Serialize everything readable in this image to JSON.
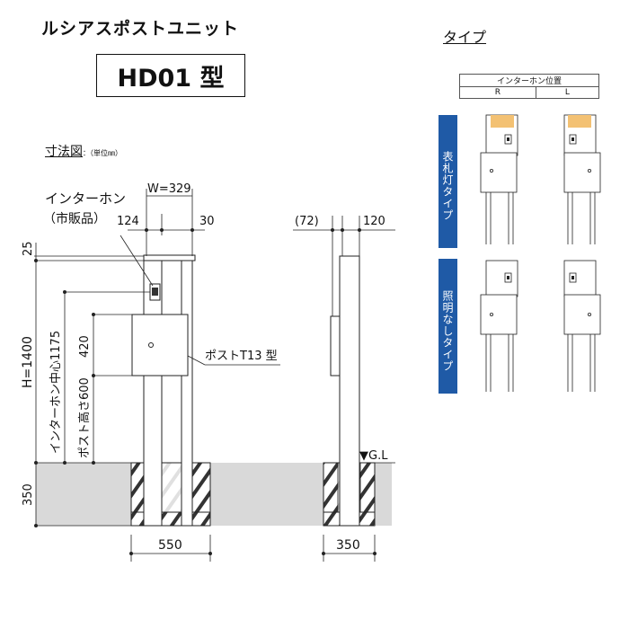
{
  "title": "ルシアスポストユニット",
  "model": "HD01 型",
  "type_heading": "タイプ",
  "dimensions_heading": "寸法図",
  "dimensions_separator": "：",
  "dimensions_unit": "（単位㎜）",
  "type_table": {
    "header": "インターホン位置",
    "columns": [
      "R",
      "L"
    ]
  },
  "type_bands": {
    "band1": "表札灯タイプ",
    "band2": "照明なしタイプ"
  },
  "labels": {
    "intercom": "インターホン",
    "intercom_note": "（市販品）",
    "post": "ポストT13 型",
    "gl": "▼G.L"
  },
  "dimensions": {
    "width": "W=329",
    "left_offset": "124",
    "right_offset": "30",
    "side_left": "(72)",
    "side_right": "120",
    "top": "25",
    "height": "H=1400",
    "intercom_center": "インターホン中心1175",
    "post_span": "420",
    "post_height": "ポスト高さ600",
    "foundation_depth": "350",
    "foundation_width": "550",
    "side_foundation_width": "350"
  },
  "colors": {
    "band": "#1f5aa6",
    "ground": "#d9d9d9",
    "lamp": "#f3c173"
  }
}
